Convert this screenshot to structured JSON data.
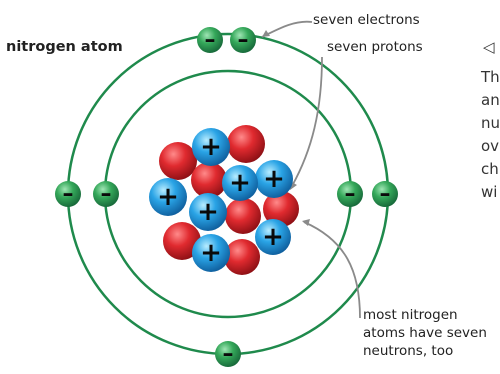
{
  "title": "nitrogen atom",
  "labels": {
    "electrons": "seven electrons",
    "protons": "seven protons",
    "neutrons": [
      "most nitrogen",
      "atoms have seven",
      "neutrons, too"
    ]
  },
  "side_text": {
    "arrow": "◁",
    "lines": [
      "The",
      "an",
      "nu",
      "ov",
      "ch",
      "wi"
    ]
  },
  "signs": {
    "electron": "–",
    "proton": "+"
  },
  "colors": {
    "orbit": "#1f8a4c",
    "electron": "#2e9e52",
    "proton": "#2b9fe0",
    "neutron": "#d9262b",
    "label_line": "#8a8a8a"
  },
  "counts": {
    "electrons": 7,
    "protons": 7,
    "neutrons": 7
  }
}
